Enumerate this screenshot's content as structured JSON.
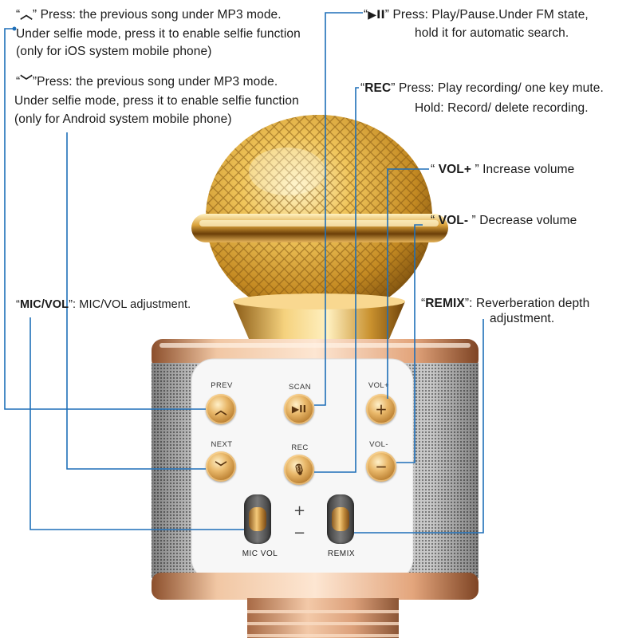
{
  "annotations": {
    "prev": {
      "q_open": "“",
      "symbol": "︿",
      "q_close": "”",
      "line1_rest": "Press: the previous song under MP3 mode.",
      "line2": "Under selfie mode, press it to enable selfie function",
      "line3": "(only for iOS system mobile phone)"
    },
    "next": {
      "q_open": "“",
      "symbol": "﹀",
      "q_close": "”",
      "line1_rest": "Press: the previous song under MP3 mode.",
      "line2": "Under selfie mode, press it to enable selfie function",
      "line3": "(only for Android system mobile phone)"
    },
    "play": {
      "q_open": "“",
      "symbol": "▶II",
      "q_close": "”",
      "line1_rest": "Press: Play/Pause.Under FM state,",
      "line2": "hold it for automatic search."
    },
    "rec": {
      "q_open": "“",
      "key": "REC",
      "q_close": "”",
      "line1_rest": "Press: Play recording/ one key mute.",
      "line2": "Hold: Record/ delete recording."
    },
    "volup": {
      "q_open": "“",
      "key": "VOL+",
      "q_close": "”",
      "rest": "Increase volume"
    },
    "voldown": {
      "q_open": "“",
      "key": "VOL-",
      "q_close": "”",
      "rest": "Decrease volume"
    },
    "micvol": {
      "q_open": "“",
      "key": "MIC/VOL",
      "q_close": "”:",
      "rest": "MIC/VOL  adjustment."
    },
    "remix": {
      "q_open": "“",
      "key": "REMIX",
      "q_close": "”:",
      "rest": "Reverberation depth",
      "line2": "adjustment."
    }
  },
  "panel": {
    "buttons": {
      "prev": "PREV",
      "scan": "SCAN",
      "volup": "VOL+",
      "next": "NEXT",
      "rec": "REC",
      "voldown": "VOL-"
    },
    "switches": {
      "micvol": "MIC VOL",
      "remix": "REMIX",
      "plus": "+",
      "minus": "−"
    }
  },
  "colors": {
    "leader_line": "#1e6fb8",
    "gold_light": "#ffe9a8",
    "gold_mid": "#e0a93f",
    "gold_dark": "#8a5a14",
    "rose_gold": "#d99a6c",
    "panel_white": "#f7f7f7",
    "speaker_grille": "#9a9a9a"
  }
}
